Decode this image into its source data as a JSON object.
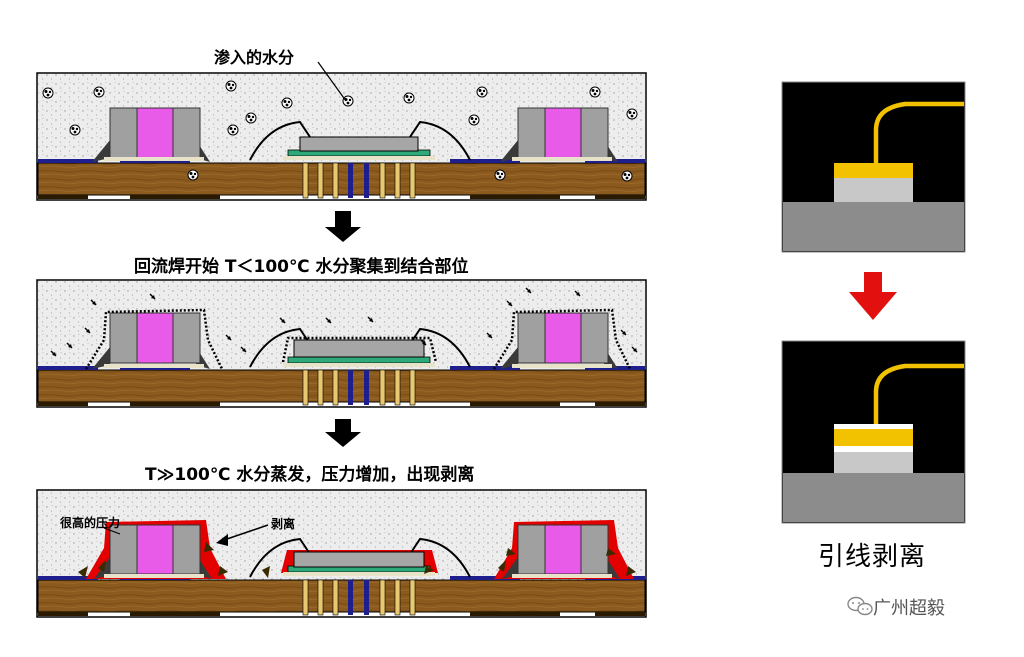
{
  "labels": {
    "moisture": "渗入的水分",
    "step2": "回流焊开始 T＜100℃ 水分聚集到结合部位",
    "step3": "T≫100℃ 水分蒸发，压力增加，出现剥离",
    "high_pressure": "很高的压力",
    "delamination": "剥离",
    "wire_delamination": "引线剥离"
  },
  "watermark": {
    "text": "广州超毅",
    "icon": "wechat-icon"
  },
  "colors": {
    "substrate": "#8B5A1E",
    "encapsulant": "#EDEDED",
    "component_body": "#A0A0A0",
    "component_center": "#E85BE8",
    "die": "#A6A6A6",
    "die_attach": "#2EAA7A",
    "pad_blue": "#1E1E8C",
    "delamination_red": "#E30000",
    "gold_wire": "#F2C200",
    "arrow_red": "#E31010",
    "flow_arrow": "#000000"
  }
}
